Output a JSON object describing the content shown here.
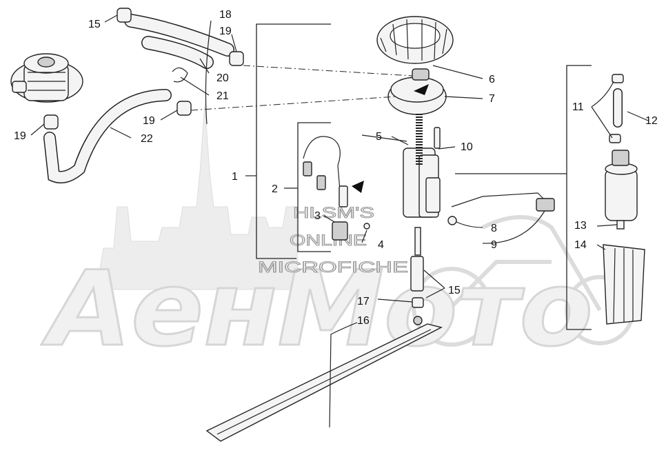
{
  "watermark": {
    "brand": "AeнMoто",
    "line1": "HLSM'S",
    "line2": "ONLINE",
    "line3": "MICROFICHE"
  },
  "callouts": {
    "c1": "1",
    "c2": "2",
    "c3": "3",
    "c4": "4",
    "c5": "5",
    "c6": "6",
    "c7": "7",
    "c8": "8",
    "c9": "9",
    "c10": "10",
    "c11": "11",
    "c12": "12",
    "c13": "13",
    "c14": "14",
    "c15a": "15",
    "c15b": "15",
    "c16": "16",
    "c17": "17",
    "c18": "18",
    "c19a": "19",
    "c19b": "19",
    "c19c": "19",
    "c20": "20",
    "c21": "21",
    "c22": "22"
  }
}
